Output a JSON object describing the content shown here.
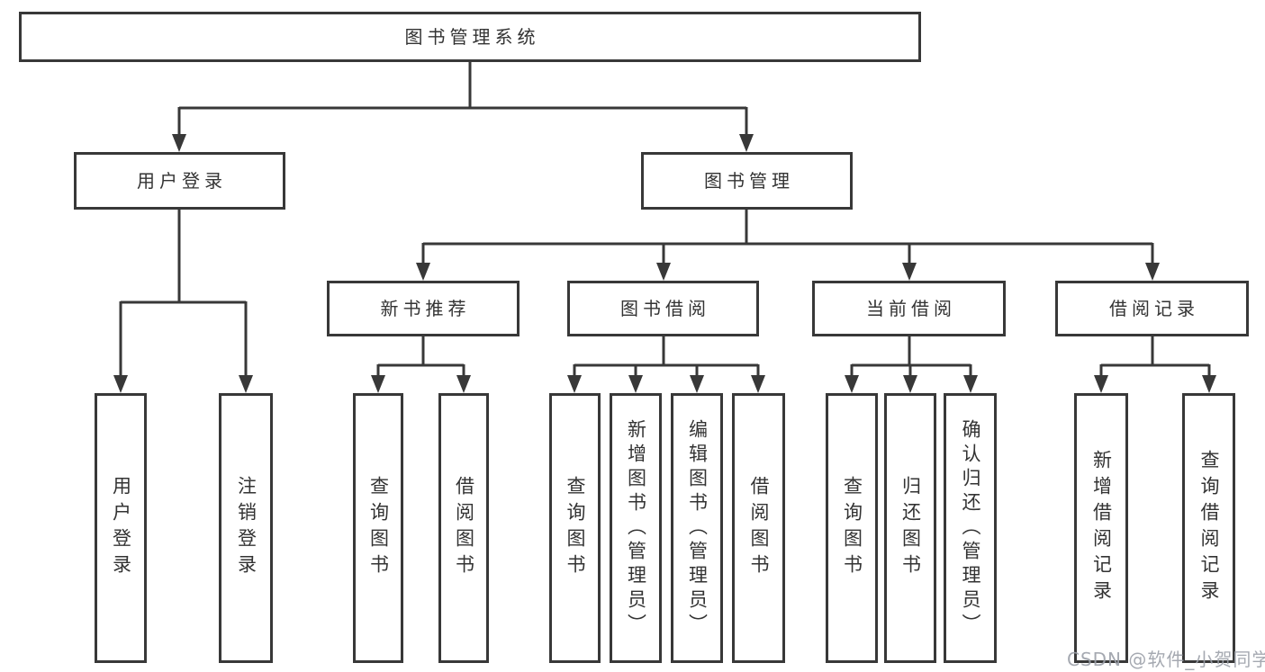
{
  "diagram_title": "图书管理系统",
  "colors": {
    "line": "#383838",
    "box_border": "#383838",
    "text": "#333333",
    "background": "#ffffff",
    "watermark": "#9ba0a8"
  },
  "watermark": "CSDN @软件_小贺同学",
  "nodes": {
    "root": {
      "label": "图书管理系统"
    },
    "user_login_branch": {
      "label": "用户登录"
    },
    "book_mgmt_branch": {
      "label": "图书管理"
    },
    "new_book_rec": {
      "label": "新书推荐"
    },
    "book_borrow": {
      "label": "图书借阅"
    },
    "current_borrow": {
      "label": "当前借阅"
    },
    "borrow_records": {
      "label": "借阅记录"
    },
    "leaf_user_login": {
      "label": "用户登录"
    },
    "leaf_logout": {
      "label": "注销登录"
    },
    "leaf_query_books_1": {
      "label": "查询图书"
    },
    "leaf_borrow_books_1": {
      "label": "借阅图书"
    },
    "leaf_query_books_2": {
      "label": "查询图书"
    },
    "leaf_add_books": {
      "label": "新增图书（管理员）"
    },
    "leaf_edit_books": {
      "label": "编辑图书（管理员）"
    },
    "leaf_borrow_books_2": {
      "label": "借阅图书"
    },
    "leaf_query_books_3": {
      "label": "查询图书"
    },
    "leaf_return_books": {
      "label": "归还图书"
    },
    "leaf_confirm_return": {
      "label": "确认归还（管理员）"
    },
    "leaf_add_record": {
      "label": "新增借阅记录"
    },
    "leaf_query_record": {
      "label": "查询借阅记录"
    }
  },
  "edges": [
    [
      "root",
      "user_login_branch"
    ],
    [
      "root",
      "book_mgmt_branch"
    ],
    [
      "user_login_branch",
      "leaf_user_login"
    ],
    [
      "user_login_branch",
      "leaf_logout"
    ],
    [
      "book_mgmt_branch",
      "new_book_rec"
    ],
    [
      "book_mgmt_branch",
      "book_borrow"
    ],
    [
      "book_mgmt_branch",
      "current_borrow"
    ],
    [
      "book_mgmt_branch",
      "borrow_records"
    ],
    [
      "new_book_rec",
      "leaf_query_books_1"
    ],
    [
      "new_book_rec",
      "leaf_borrow_books_1"
    ],
    [
      "book_borrow",
      "leaf_query_books_2"
    ],
    [
      "book_borrow",
      "leaf_add_books"
    ],
    [
      "book_borrow",
      "leaf_edit_books"
    ],
    [
      "book_borrow",
      "leaf_borrow_books_2"
    ],
    [
      "current_borrow",
      "leaf_query_books_3"
    ],
    [
      "current_borrow",
      "leaf_return_books"
    ],
    [
      "current_borrow",
      "leaf_confirm_return"
    ],
    [
      "borrow_records",
      "leaf_add_record"
    ],
    [
      "borrow_records",
      "leaf_query_record"
    ]
  ]
}
